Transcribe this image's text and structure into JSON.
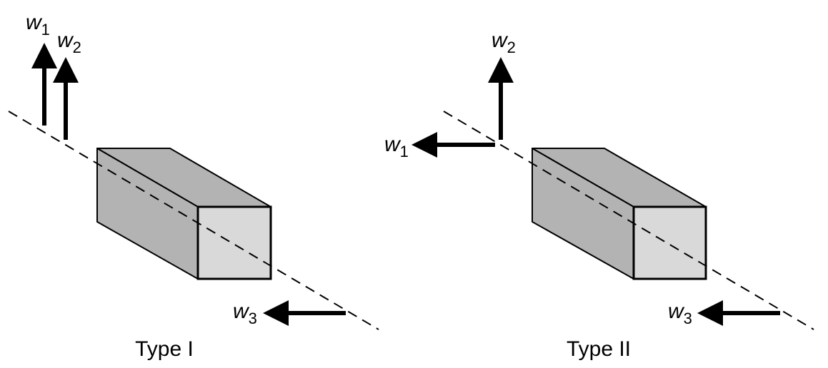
{
  "figure": {
    "panels": [
      {
        "caption": "Type I",
        "vectors": [
          {
            "name": "w",
            "subscript": "1",
            "direction": "up"
          },
          {
            "name": "w",
            "subscript": "2",
            "direction": "up"
          },
          {
            "name": "w",
            "subscript": "3",
            "direction": "left"
          }
        ]
      },
      {
        "caption": "Type II",
        "vectors": [
          {
            "name": "w",
            "subscript": "1",
            "direction": "left"
          },
          {
            "name": "w",
            "subscript": "2",
            "direction": "up"
          },
          {
            "name": "w",
            "subscript": "3",
            "direction": "left"
          }
        ]
      }
    ],
    "colors": {
      "side_face": "#b3b3b3",
      "top_face": "#b3b3b3",
      "front_face": "#d9d9d9",
      "stroke": "#000000"
    }
  }
}
